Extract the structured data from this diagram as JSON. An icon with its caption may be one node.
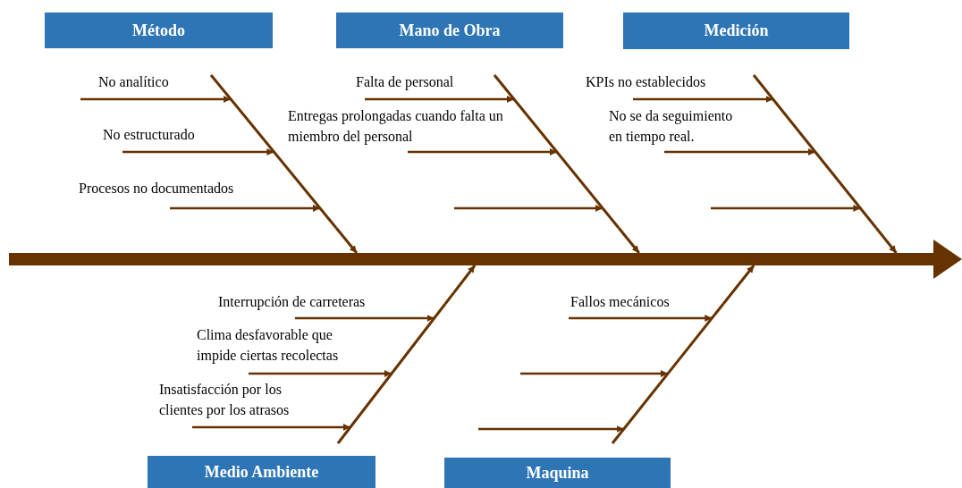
{
  "diagram": {
    "nodes": [
      {
        "text": [
          "Método"
        ]
      },
      {
        "text": [
          "Mano de Obra"
        ]
      },
      {
        "text": [
          "Medición"
        ]
      },
      {
        "text": [
          "Medio Ambiente"
        ]
      },
      {
        "text": [
          "Maquina"
        ]
      },
      {
        "text": [],
        "shape": "bar"
      },
      {
        "text": [],
        "shape": "bar"
      },
      {
        "text": [],
        "shape": "bar"
      },
      {
        "text": [],
        "shape": "bar"
      },
      {
        "text": [],
        "shape": "bar"
      },
      {
        "text": [],
        "shape": "bar"
      }
    ],
    "edges": [
      {
        "from": 6,
        "to": 5,
        "arrow": "to"
      },
      {
        "from": null,
        "to": 6,
        "arrow": "to",
        "label": "No analítico"
      },
      {
        "from": null,
        "to": 6,
        "arrow": "to",
        "label": "No estructurado"
      },
      {
        "from": null,
        "to": 6,
        "arrow": "to",
        "label": "Procesos no documentados"
      },
      {
        "from": 7,
        "to": 5,
        "arrow": "to"
      },
      {
        "from": null,
        "to": 7,
        "arrow": "to",
        "label": "Falta de personal"
      },
      {
        "from": null,
        "to": 7,
        "arrow": "to",
        "label": "Entregas prolongadas cuando falta un miembro del personal"
      },
      {
        "from": null,
        "to": 7,
        "arrow": "to"
      },
      {
        "from": 8,
        "to": 5,
        "arrow": "to"
      },
      {
        "from": null,
        "to": 8,
        "arrow": "to",
        "label": "KPIs no establecidos"
      },
      {
        "from": null,
        "to": 8,
        "arrow": "to",
        "label": "No se da seguimiento en tiempo real."
      },
      {
        "from": null,
        "to": 8,
        "arrow": "to"
      },
      {
        "from": 9,
        "to": 5,
        "arrow": "to"
      },
      {
        "from": null,
        "to": 9,
        "arrow": "to",
        "label": "Interrupción de carreteras"
      },
      {
        "from": null,
        "to": 9,
        "arrow": "to",
        "label": "Clima desfavorable que impide ciertas recolectas"
      },
      {
        "from": null,
        "to": 9,
        "arrow": "to",
        "label": "Insatisfacción por los clientes por los atrasos"
      },
      {
        "from": 10,
        "to": 5,
        "arrow": "to"
      },
      {
        "from": null,
        "to": 10,
        "arrow": "to",
        "label": "Fallos mecánicos"
      },
      {
        "from": null,
        "to": 10,
        "arrow": "to"
      },
      {
        "from": null,
        "to": 10,
        "arrow": "to"
      }
    ]
  }
}
